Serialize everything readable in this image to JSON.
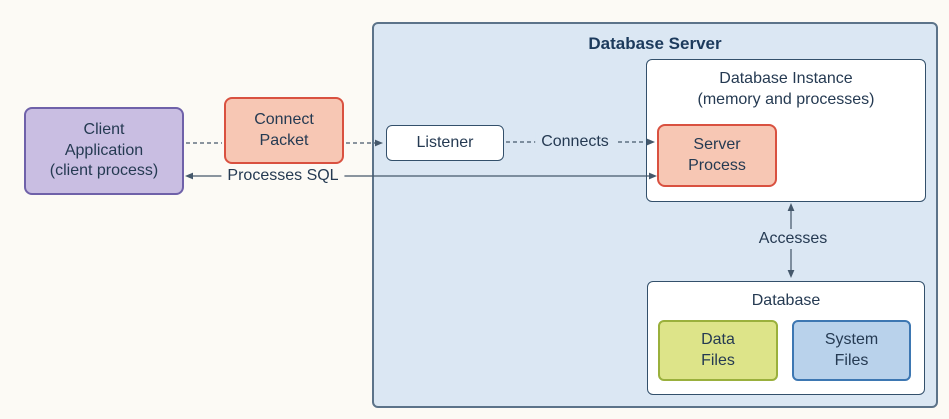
{
  "diagram": {
    "nodes": {
      "client_application": "Client\nApplication\n(client process)",
      "connect_packet": "Connect\nPacket",
      "database_server_title": "Database Server",
      "listener": "Listener",
      "database_instance_title": "Database Instance\n(memory and processes)",
      "server_process": "Server\nProcess",
      "database_title": "Database",
      "data_files": "Data\nFiles",
      "system_files": "System\nFiles"
    },
    "edges": {
      "connects": "Connects",
      "processes_sql": "Processes SQL",
      "accesses": "Accesses"
    },
    "palette": {
      "page_background": "#fcfaf5",
      "server_container_fill": "#dbe7f3",
      "server_container_border": "#5c7389",
      "client_fill": "#c9bee2",
      "client_border": "#6f61a9",
      "salmon_fill": "#f7c7b4",
      "salmon_border": "#d95140",
      "white_box_border": "#33506b",
      "data_files_fill": "#dde489",
      "data_files_border": "#9ab03c",
      "system_files_fill": "#b9d2eb",
      "system_files_border": "#3d77b2",
      "text": "#253a52",
      "title_text": "#1c3a5c",
      "arrow": "#45586b"
    }
  }
}
